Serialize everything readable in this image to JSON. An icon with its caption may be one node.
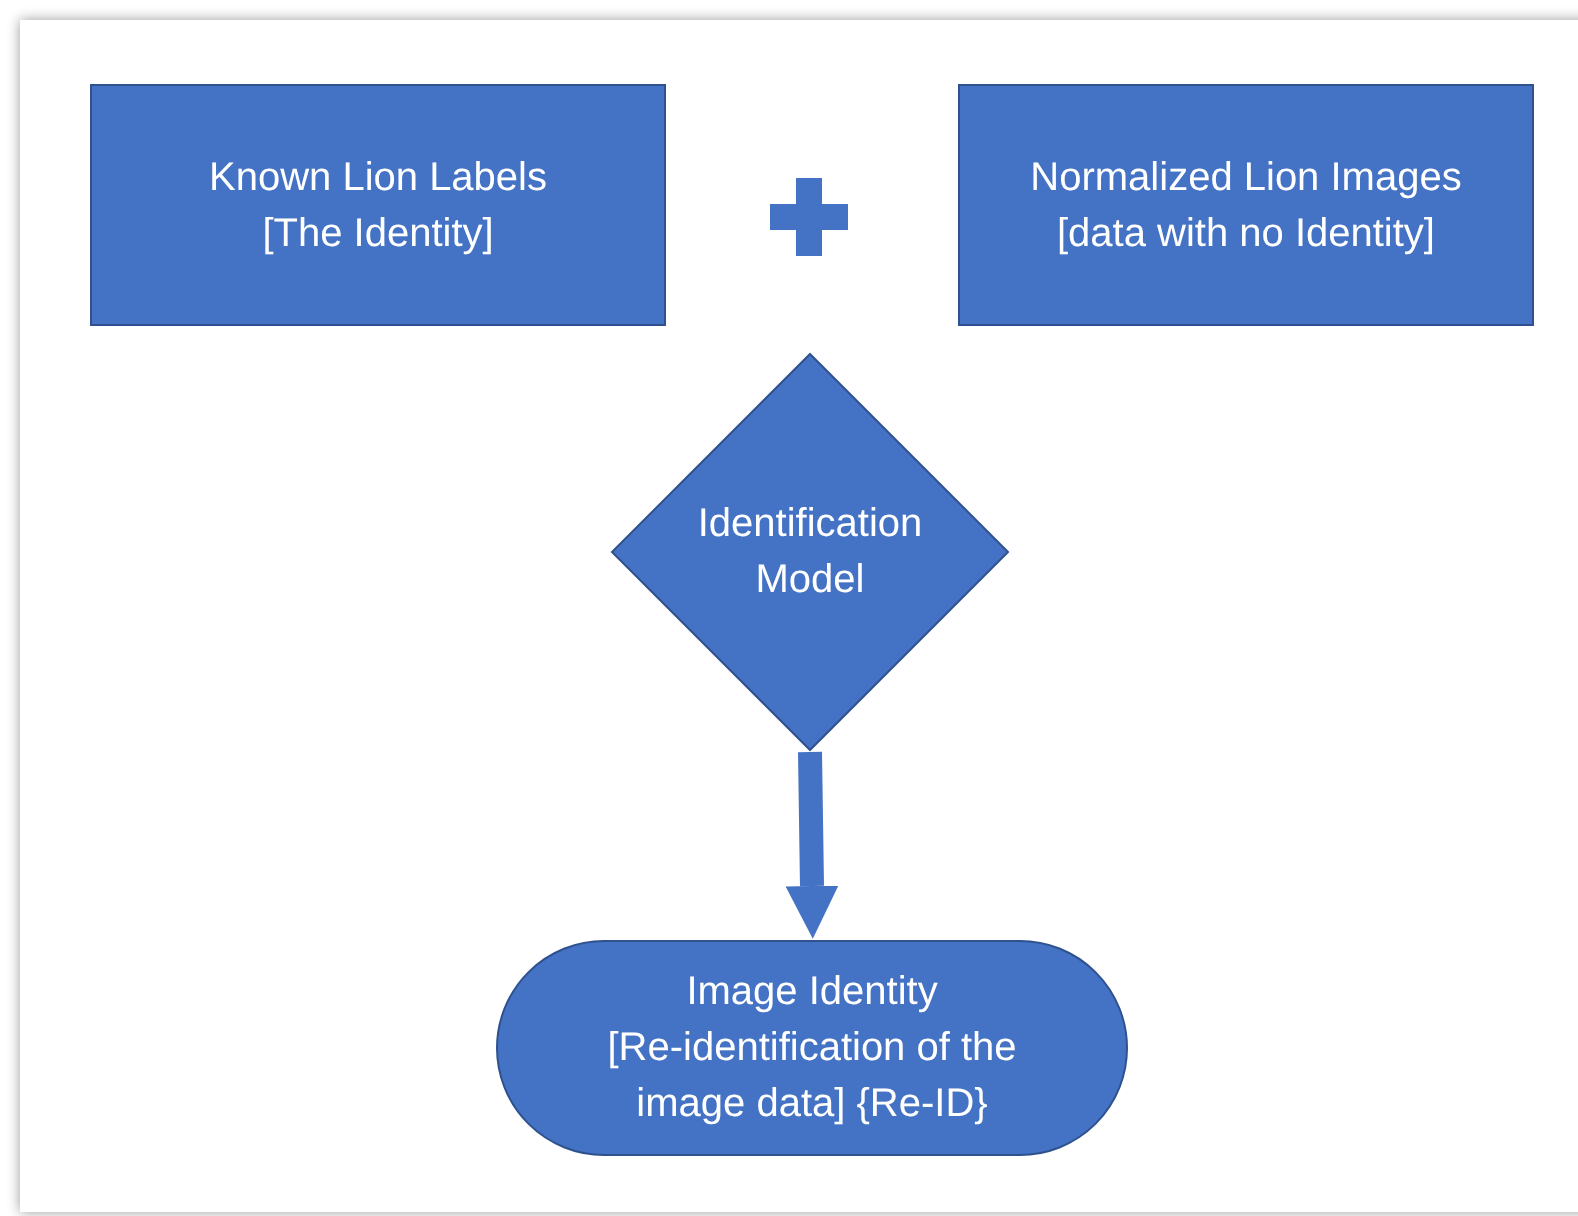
{
  "diagram": {
    "nodes": [
      {
        "text": [
          "Known Lion Labels",
          "[The Identity]"
        ]
      },
      {
        "text": [
          "Normalized Lion Images",
          "[data with no Identity]"
        ]
      },
      {
        "text": [
          "Identification Model"
        ]
      },
      {
        "text": [
          "Image Identity",
          "[Re-identification of the image data] {Re-ID}"
        ]
      }
    ],
    "edges": [
      {
        "from": 2,
        "to": 3,
        "arrow": "to"
      }
    ]
  }
}
